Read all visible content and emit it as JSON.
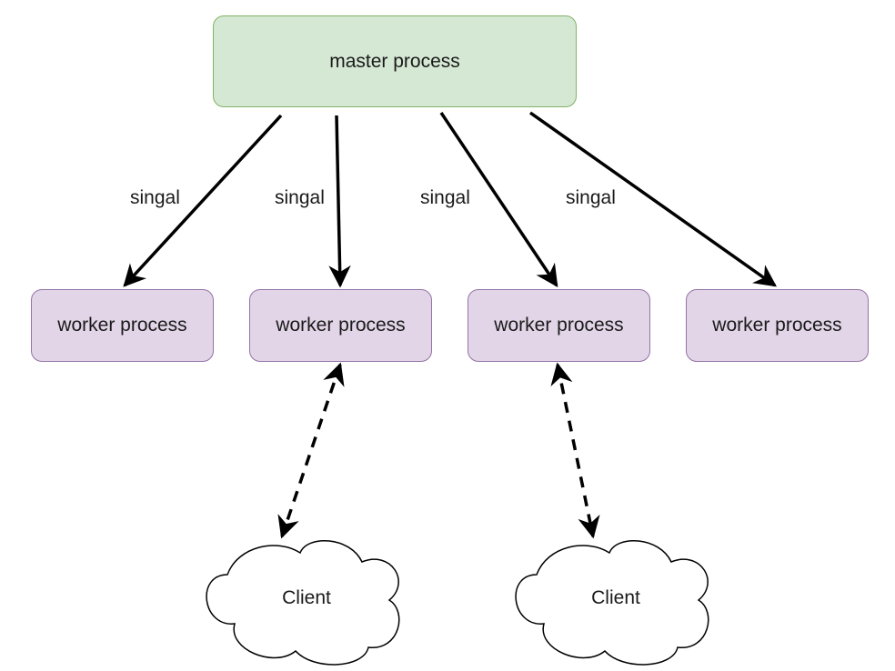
{
  "colors": {
    "master_fill": "#d5e8d4",
    "master_stroke": "#82b366",
    "worker_fill": "#e1d5e7",
    "worker_stroke": "#9673a6",
    "arrow": "#000000",
    "cloud_fill": "#ffffff",
    "cloud_stroke": "#000000"
  },
  "master": {
    "label": "master process"
  },
  "workers": [
    {
      "label": "worker process"
    },
    {
      "label": "worker process"
    },
    {
      "label": "worker process"
    },
    {
      "label": "worker process"
    }
  ],
  "signal_edges": [
    {
      "label": "singal",
      "style": "solid",
      "direction": "master-to-worker"
    },
    {
      "label": "singal",
      "style": "solid",
      "direction": "master-to-worker"
    },
    {
      "label": "singal",
      "style": "solid",
      "direction": "master-to-worker"
    },
    {
      "label": "singal",
      "style": "solid",
      "direction": "master-to-worker"
    }
  ],
  "clients": [
    {
      "label": "Client",
      "shape": "cloud"
    },
    {
      "label": "Client",
      "shape": "cloud"
    }
  ],
  "client_edges": [
    {
      "style": "dashed",
      "direction": "bidirectional",
      "worker": 2
    },
    {
      "style": "dashed",
      "direction": "bidirectional",
      "worker": 3
    }
  ]
}
